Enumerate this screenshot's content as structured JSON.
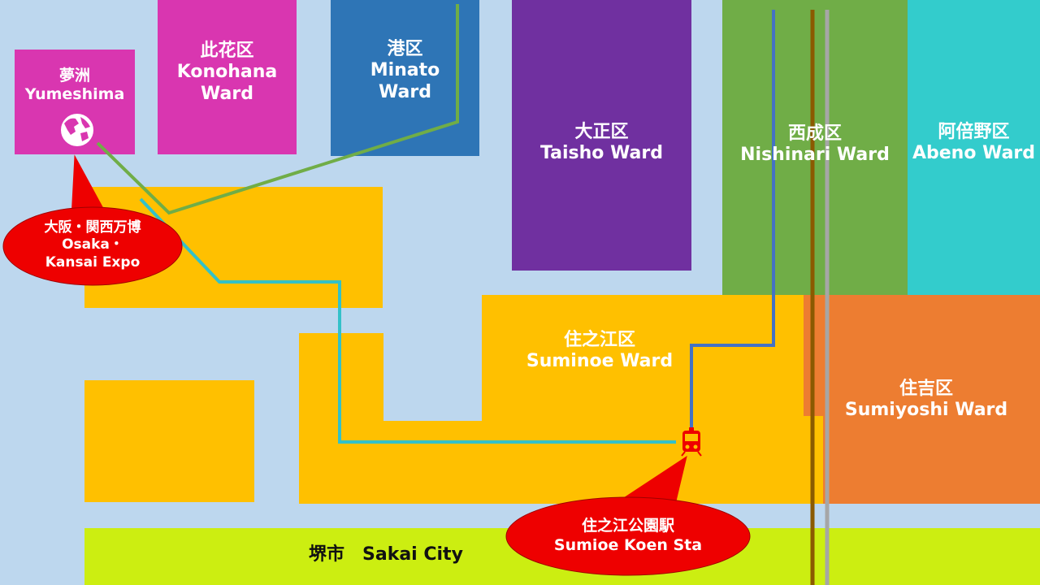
{
  "colors": {
    "water": "#bdd7ee",
    "yellow": "#ffc000",
    "magenta": "#d936b0",
    "minato_blue": "#2e75b6",
    "taisho_purple": "#7030a0",
    "nishinari_green": "#70ad47",
    "abeno_cyan": "#33cccc",
    "sumiyoshi_orange": "#ed7d31",
    "sakai_lime": "#ccee11",
    "callout_red": "#ee0000"
  },
  "wards": {
    "yumeshima": {
      "ja": "夢洲",
      "en": "Yumeshima",
      "icon": "globe-icon"
    },
    "konohana": {
      "ja": "此花区",
      "en1": "Konohana",
      "en2": "Ward"
    },
    "minato": {
      "ja": "港区",
      "en1": "Minato",
      "en2": "Ward"
    },
    "taisho": {
      "ja": "大正区",
      "en": "Taisho Ward"
    },
    "nishinari": {
      "ja": "西成区",
      "en": "Nishinari Ward"
    },
    "abeno": {
      "ja": "阿倍野区",
      "en": "Abeno Ward"
    },
    "suminoe": {
      "ja": "住之江区",
      "en": "Suminoe Ward"
    },
    "sumiyoshi": {
      "ja": "住吉区",
      "en": "Sumiyoshi Ward"
    },
    "sakai": {
      "label": "堺市　Sakai City"
    }
  },
  "callouts": {
    "expo": {
      "line1": "大阪・関西万博",
      "line2": "Osaka・",
      "line3": "Kansai Expo"
    },
    "station": {
      "line1": "住之江公園駅",
      "line2": "Sumioe Koen Sta",
      "icon": "train-icon"
    }
  },
  "routes": {
    "green_line": "#70ad47",
    "teal_line": "#33c1c9",
    "blue_line": "#4472c4",
    "brown_line": "#8b5a00",
    "gray_line": "#a6a6a6"
  }
}
